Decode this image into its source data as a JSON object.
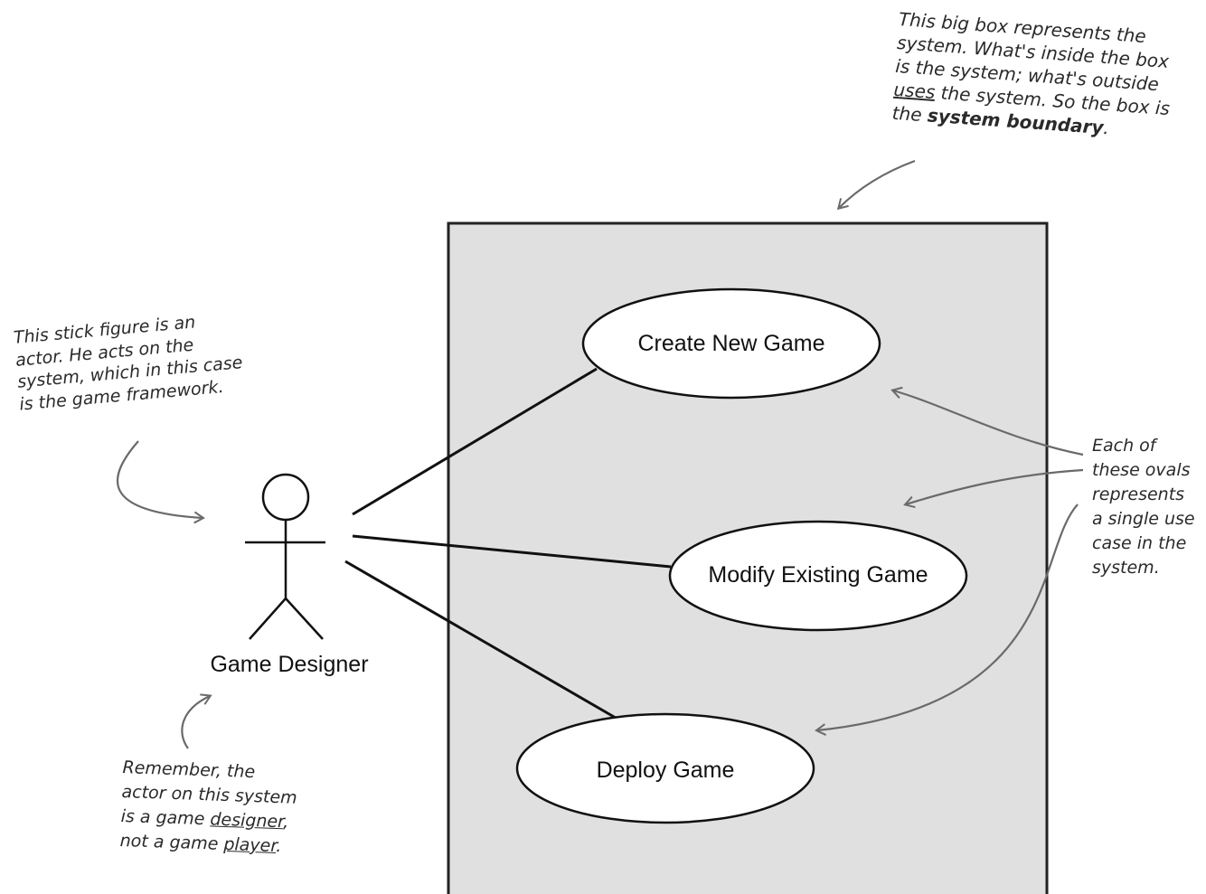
{
  "system": {
    "fill": "#e0e0e0",
    "stroke": "#222222"
  },
  "actor": {
    "label": "Game Designer"
  },
  "use_cases": [
    {
      "label": "Create New Game"
    },
    {
      "label": "Modify Existing Game"
    },
    {
      "label": "Deploy Game"
    }
  ],
  "notes": {
    "system_boundary": {
      "lines": [
        "This big box represents the",
        "system. What's inside the box",
        "is the system; what's outside",
        "the system. So the box is",
        "the"
      ],
      "underlined_word": "uses",
      "bold_phrase": "system boundary",
      "period": "."
    },
    "actor_note": {
      "lines": [
        "This stick figure is an",
        "actor. He acts on the",
        "system, which in this case",
        "is the game framework."
      ]
    },
    "ovals_note": {
      "lines": [
        "Each of",
        "these ovals",
        "represents",
        "a single use",
        "case in the",
        "system."
      ]
    },
    "remember_note": {
      "line1": "Remember, the",
      "line2": "actor on this system",
      "line3_prefix": "is a game ",
      "line3_underlined": "designer",
      "line3_suffix": ",",
      "line4_prefix": "not a game ",
      "line4_underlined": "player",
      "line4_suffix": "."
    }
  }
}
